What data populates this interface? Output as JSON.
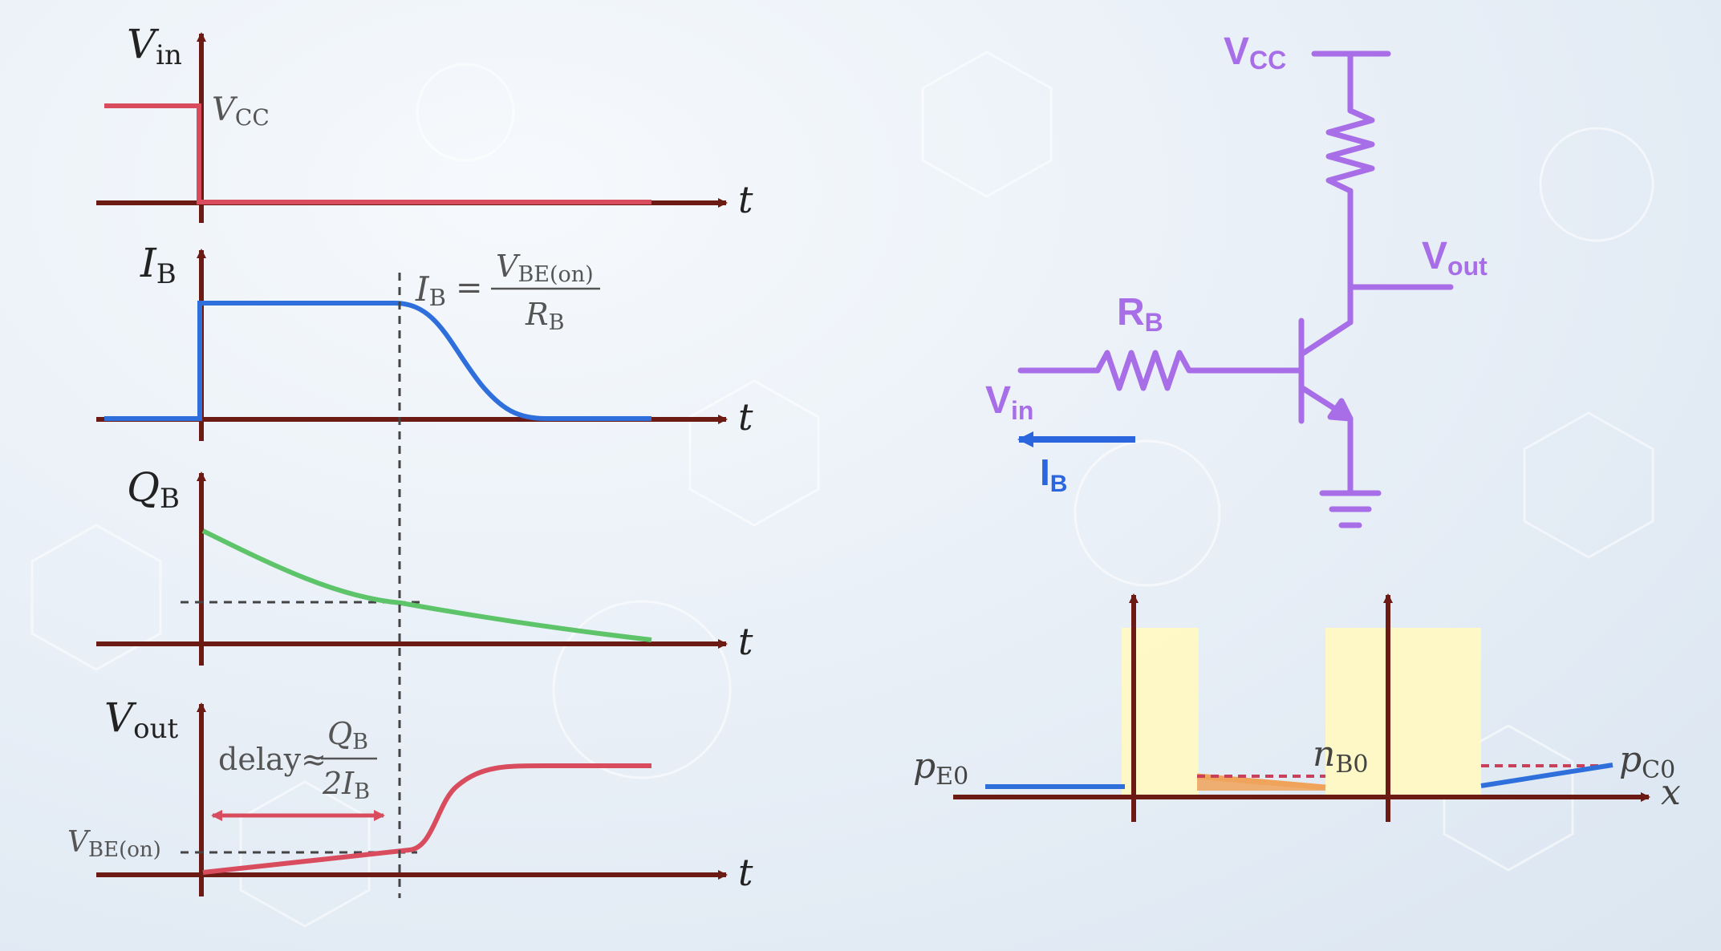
{
  "colors": {
    "axis": "#6b1a14",
    "vin_curve": "#d94c5e",
    "ib_curve": "#2e6fdc",
    "qb_curve": "#5dc46a",
    "vout_curve": "#d94c5e",
    "dashed": "#444444",
    "circuit": "#a86ee8",
    "ib_arrow": "#2b66df",
    "region": "#fff9c4",
    "nb0_fill": "#f0a35a",
    "dashed_red": "#c8405a"
  },
  "timing": {
    "vin": {
      "y_label": "V",
      "y_sub": "in",
      "level_label": "V",
      "level_sub": "CC",
      "t_label": "t"
    },
    "ib": {
      "y_label": "I",
      "y_sub": "B",
      "t_label": "t",
      "eq_lhs": "I",
      "eq_lhs_sub": "B",
      "eq_sign": "=",
      "eq_num": "V",
      "eq_num_sub": "BE(on)",
      "eq_den": "R",
      "eq_den_sub": "B"
    },
    "qb": {
      "y_label": "Q",
      "y_sub": "B",
      "t_label": "t"
    },
    "vout": {
      "y_label": "V",
      "y_sub": "out",
      "t_label": "t",
      "delay_word": "delay",
      "approx": "≈",
      "frac_num": "Q",
      "frac_num_sub": "B",
      "frac_den": "2I",
      "frac_den_sub": "B",
      "level_label": "V",
      "level_sub": "BE(on)"
    }
  },
  "circuit": {
    "vcc": "V",
    "vcc_sub": "CC",
    "vout": "V",
    "vout_sub": "out",
    "rb": "R",
    "rb_sub": "B",
    "vin": "V",
    "vin_sub": "in",
    "ib": "I",
    "ib_sub": "B"
  },
  "profile": {
    "pe0": "p",
    "pe0_sub": "E0",
    "nb0": "n",
    "nb0_sub": "B0",
    "pc0": "p",
    "pc0_sub": "C0",
    "x_label": "x"
  }
}
